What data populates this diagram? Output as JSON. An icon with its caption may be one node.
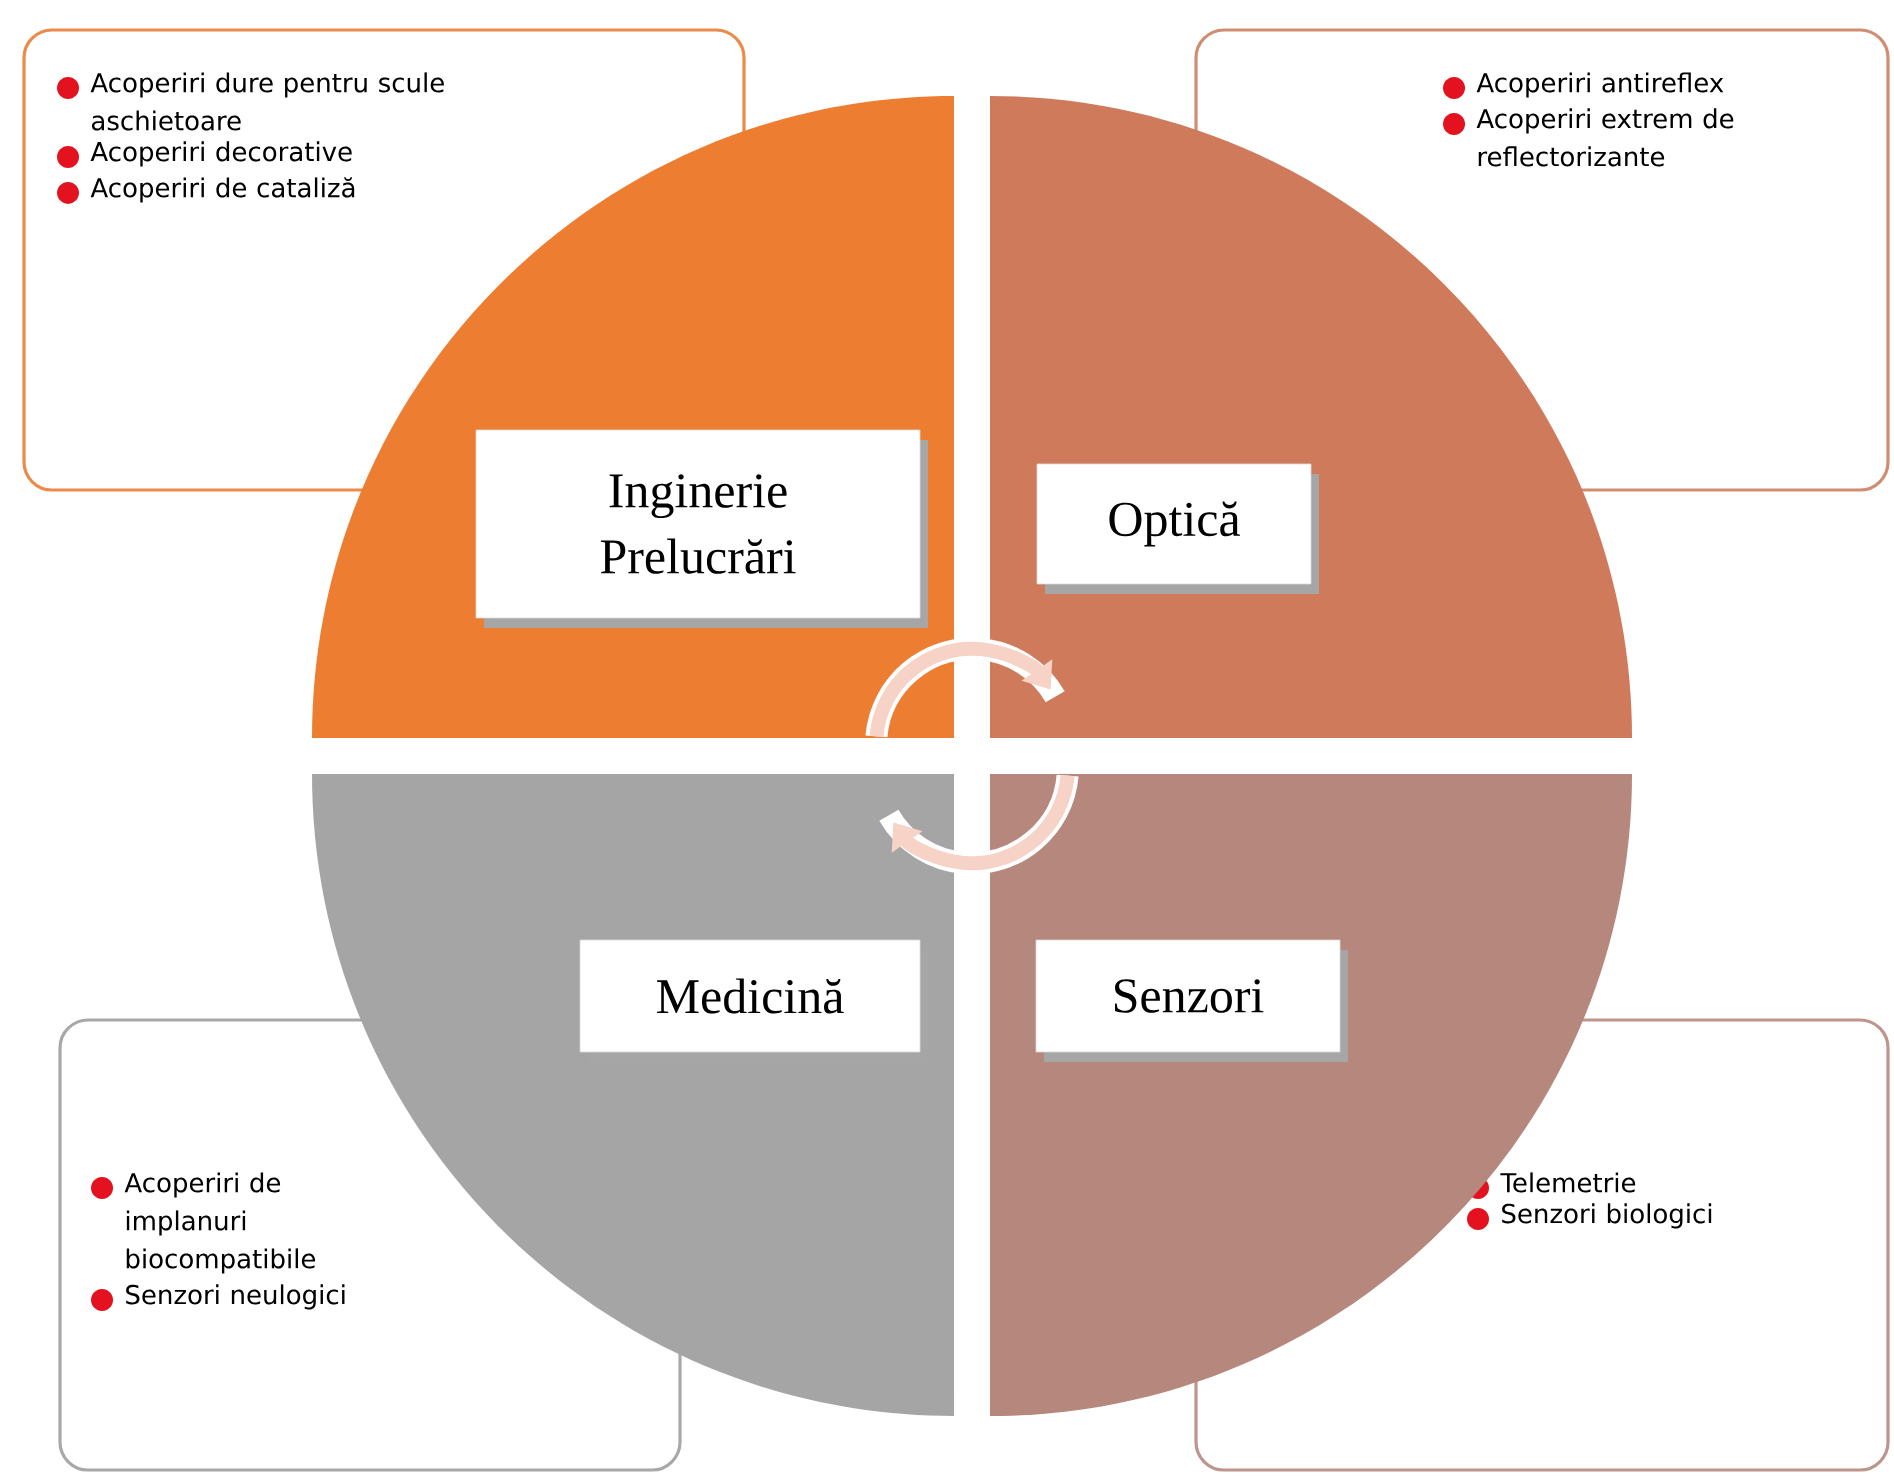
{
  "diagram": {
    "nodes": [
      {
        "text": [
          "Acoperiri dure pentru scule aschietoare",
          "Acoperiri decorative",
          "Acoperiri de cataliză"
        ]
      },
      {
        "text": [
          "Acoperiri antireflex",
          "Acoperiri extrem de reflectorizante"
        ]
      },
      {
        "text": [
          "Inginerie Prelucrări"
        ]
      },
      {
        "text": [
          "Optică"
        ]
      },
      {
        "text": [
          "Medicină"
        ]
      },
      {
        "text": [
          "Senzori"
        ]
      },
      {
        "text": [
          "Acoperiri de implanuri biocompatibile",
          "Senzori neulogici"
        ]
      },
      {
        "text": [
          "Telemetrie",
          "Senzori biologici"
        ]
      }
    ]
  }
}
